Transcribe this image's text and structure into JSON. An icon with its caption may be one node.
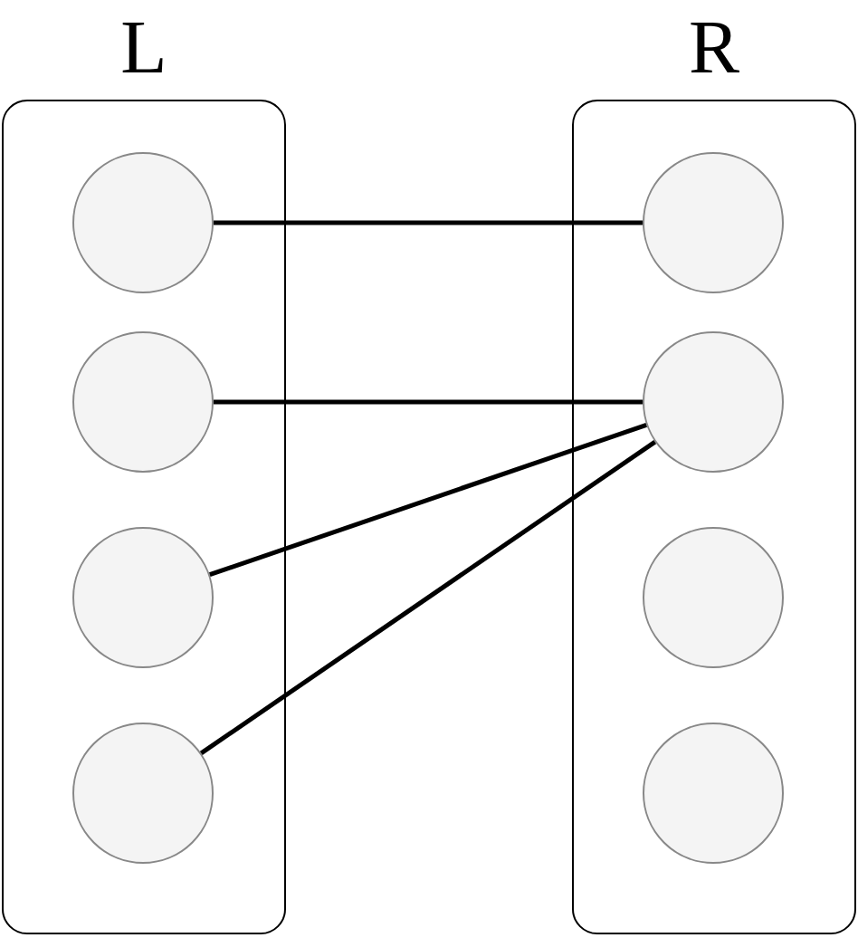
{
  "diagram": {
    "nodes": [
      {
        "text": [
          "L"
        ]
      },
      {
        "text": [],
        "shape": "circle",
        "in": 0
      },
      {
        "text": [],
        "shape": "circle",
        "in": 0
      },
      {
        "text": [],
        "shape": "circle",
        "in": 0
      },
      {
        "text": [],
        "shape": "circle",
        "in": 0
      },
      {
        "text": [
          "R"
        ]
      },
      {
        "text": [],
        "shape": "circle",
        "in": 5
      },
      {
        "text": [],
        "shape": "circle",
        "in": 5
      },
      {
        "text": [],
        "shape": "circle",
        "in": 5
      },
      {
        "text": [],
        "shape": "circle",
        "in": 5
      }
    ],
    "edges": [
      {
        "from": 1,
        "to": 6,
        "arrow": "none"
      },
      {
        "from": 2,
        "to": 7,
        "arrow": "none"
      },
      {
        "from": 3,
        "to": 7,
        "arrow": "none"
      },
      {
        "from": 4,
        "to": 7,
        "arrow": "none"
      }
    ]
  }
}
